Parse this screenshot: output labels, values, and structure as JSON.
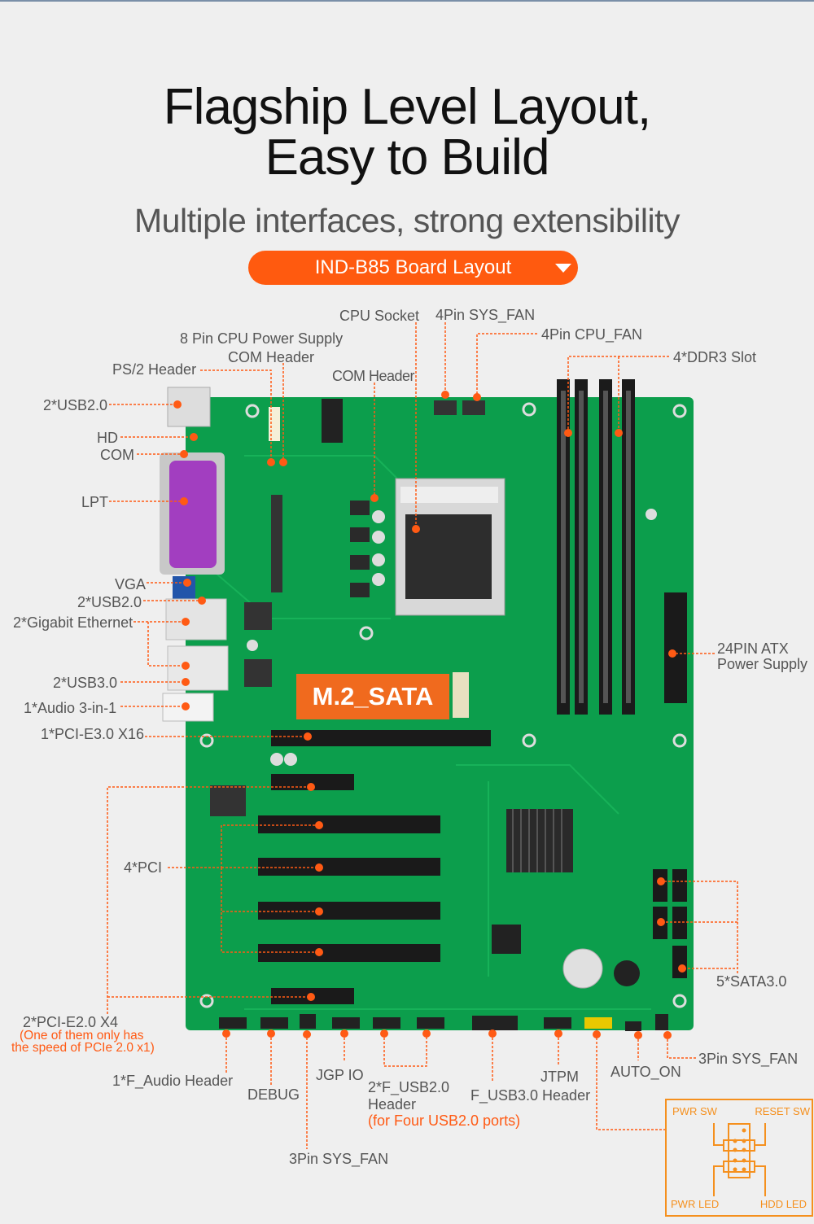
{
  "header": {
    "title_line1": "Flagship Level Layout,",
    "title_line2": "Easy to Build",
    "subtitle": "Multiple interfaces, strong extensibility",
    "dropdown_label": "IND-B85  Board Layout"
  },
  "labels": {
    "cpu_socket": "CPU Socket",
    "sys_fan_4pin": "4Pin SYS_FAN",
    "cpu_power": "8 Pin CPU Power Supply",
    "cpu_fan": "4Pin CPU_FAN",
    "com_header_1": "COM Header",
    "ddr3": "4*DDR3 Slot",
    "ps2": "PS/2 Header",
    "com_header_2": "COM Header",
    "usb20_top": "2*USB2.0",
    "hd": "HD",
    "com": "COM",
    "lpt": "LPT",
    "vga": "VGA",
    "usb20_mid": "2*USB2.0",
    "ethernet": "2*Gigabit Ethernet",
    "atx_line1": "24PIN ATX",
    "atx_line2": "Power Supply",
    "usb30": "2*USB3.0",
    "audio": "1*Audio 3-in-1",
    "pcie3": "1*PCI-E3.0 X16",
    "m2": "M.2_SATA",
    "pci": "4*PCI",
    "sata": "5*SATA3.0",
    "pcie2": "2*PCI-E2.0 X4",
    "pcie2_note_line1": "(One of them only has",
    "pcie2_note_line2": "the speed of PCIe 2.0 x1)",
    "sys_fan_3pin_right": "3Pin SYS_FAN",
    "auto_on": "AUTO_ON",
    "jtpm": "JTPM",
    "jgp_io": "JGP IO",
    "f_audio": "1*F_Audio Header",
    "f_usb2_line1": "2*F_USB2.0",
    "f_usb2_line2": "Header",
    "f_usb2_note": "(for Four USB2.0 ports)",
    "debug": "DEBUG",
    "f_usb3": "F_USB3.0 Header",
    "sys_fan_3pin_bottom": "3Pin SYS_FAN"
  },
  "front_panel": {
    "pwr_sw": "PWR SW",
    "reset_sw": "RESET SW",
    "pwr_led": "PWR LED",
    "hdd_led": "HDD  LED"
  },
  "colors": {
    "accent": "#ff5a0f",
    "board": "#0c9e4c",
    "panel_box": "#f5901e"
  }
}
